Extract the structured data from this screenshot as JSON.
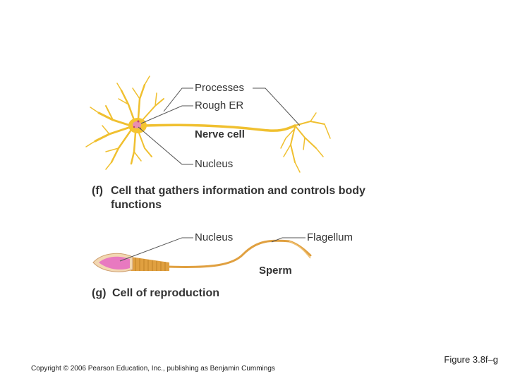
{
  "labels": {
    "processes": "Processes",
    "rough_er": "Rough ER",
    "nerve_cell": "Nerve cell",
    "nucleus_nerve": "Nucleus",
    "nucleus_sperm": "Nucleus",
    "flagellum": "Flagellum",
    "sperm": "Sperm"
  },
  "captions": {
    "f_letter": "(f)",
    "f_line1": "Cell that gathers information and controls body",
    "f_line2": "functions",
    "g_letter": "(g)",
    "g_text": "Cell of reproduction"
  },
  "footer": {
    "copyright": "Copyright © 2006 Pearson Education, Inc., publishing as Benjamin Cummings",
    "figure": "Figure 3.8f–g"
  },
  "colors": {
    "neuron": "#f0c030",
    "sperm_body": "#e0a040",
    "sperm_head": "#e879c0",
    "leader": "#555555"
  }
}
